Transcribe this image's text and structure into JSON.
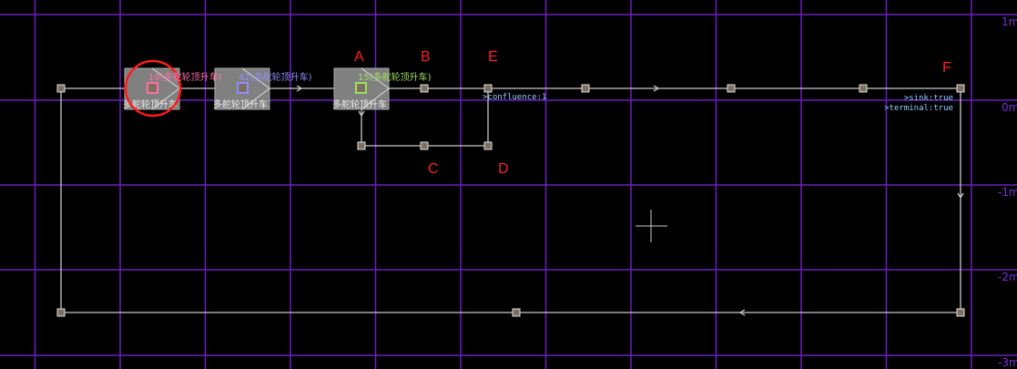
{
  "axis_labels": [
    "1m",
    "0m",
    "-1m",
    "-2m",
    "-3m"
  ],
  "blocks": [
    {
      "name": "多舵轮顶升车",
      "tag": "19(多舵轮顶升车)",
      "color": "#ff6fa8",
      "selected": true
    },
    {
      "name": "多舵轮顶升车",
      "tag": "42(多舵轮顶升车)",
      "color": "#8f8fff",
      "selected": false
    },
    {
      "name": "多舵轮顶升车",
      "tag": "15(多舵轮顶升车)",
      "color": "#9fe060",
      "selected": false
    }
  ],
  "markers": [
    "A",
    "B",
    "C",
    "D",
    "E",
    "F"
  ],
  "properties": {
    "confluence": ">confluence:1",
    "sink": ">sink:true",
    "terminal": ">terminal:true"
  }
}
